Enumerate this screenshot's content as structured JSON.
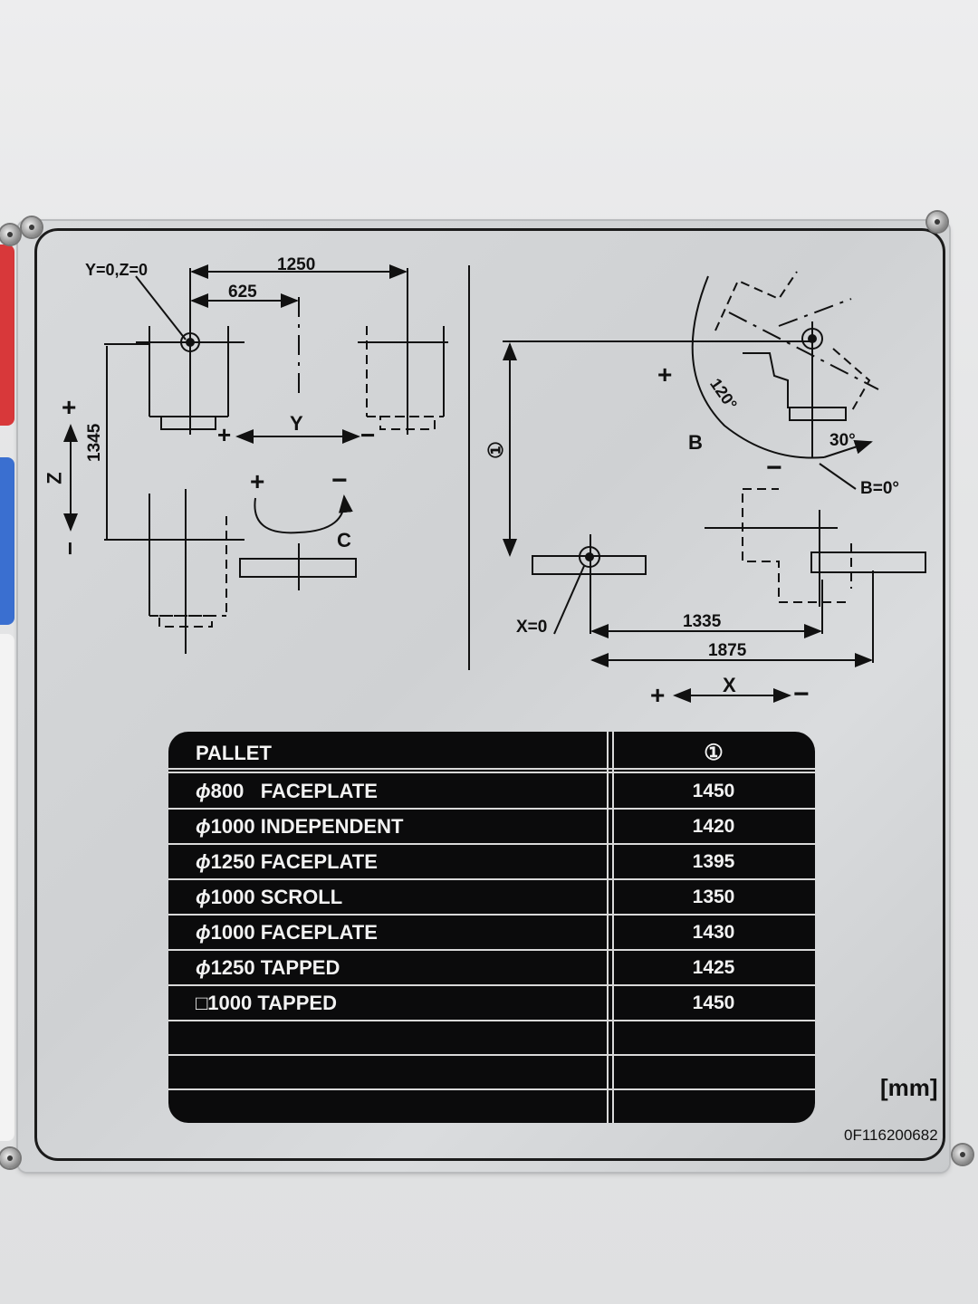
{
  "diagram_left": {
    "origin_label": "Y=0,Z=0",
    "dim_1250": "1250",
    "dim_625": "625",
    "dim_1345": "1345",
    "axis_y": "Y",
    "axis_z": "Z",
    "axis_c": "C",
    "plus": "+",
    "minus": "−"
  },
  "diagram_right": {
    "circled_one": "①",
    "angle_120": "120°",
    "angle_30": "30°",
    "axis_b": "B",
    "b_zero": "B=0°",
    "x_zero": "X=0",
    "dim_1335": "1335",
    "dim_1875": "1875",
    "axis_x": "X",
    "plus": "+",
    "minus": "−"
  },
  "table": {
    "header": {
      "pallet": "PALLET",
      "col2": "①"
    },
    "rows": [
      {
        "symbol": "ϕ",
        "name": "800   FACEPLATE",
        "value": "1450"
      },
      {
        "symbol": "ϕ",
        "name": "1000 INDEPENDENT",
        "value": "1420"
      },
      {
        "symbol": "ϕ",
        "name": "1250 FACEPLATE",
        "value": "1395"
      },
      {
        "symbol": "ϕ",
        "name": "1000 SCROLL",
        "value": "1350"
      },
      {
        "symbol": "ϕ",
        "name": "1000 FACEPLATE",
        "value": "1430"
      },
      {
        "symbol": "ϕ",
        "name": "1250 TAPPED",
        "value": "1425"
      },
      {
        "symbol": "□",
        "name": "1000 TAPPED",
        "value": "1450"
      }
    ]
  },
  "unit": "[mm]",
  "serial": "0F116200682"
}
